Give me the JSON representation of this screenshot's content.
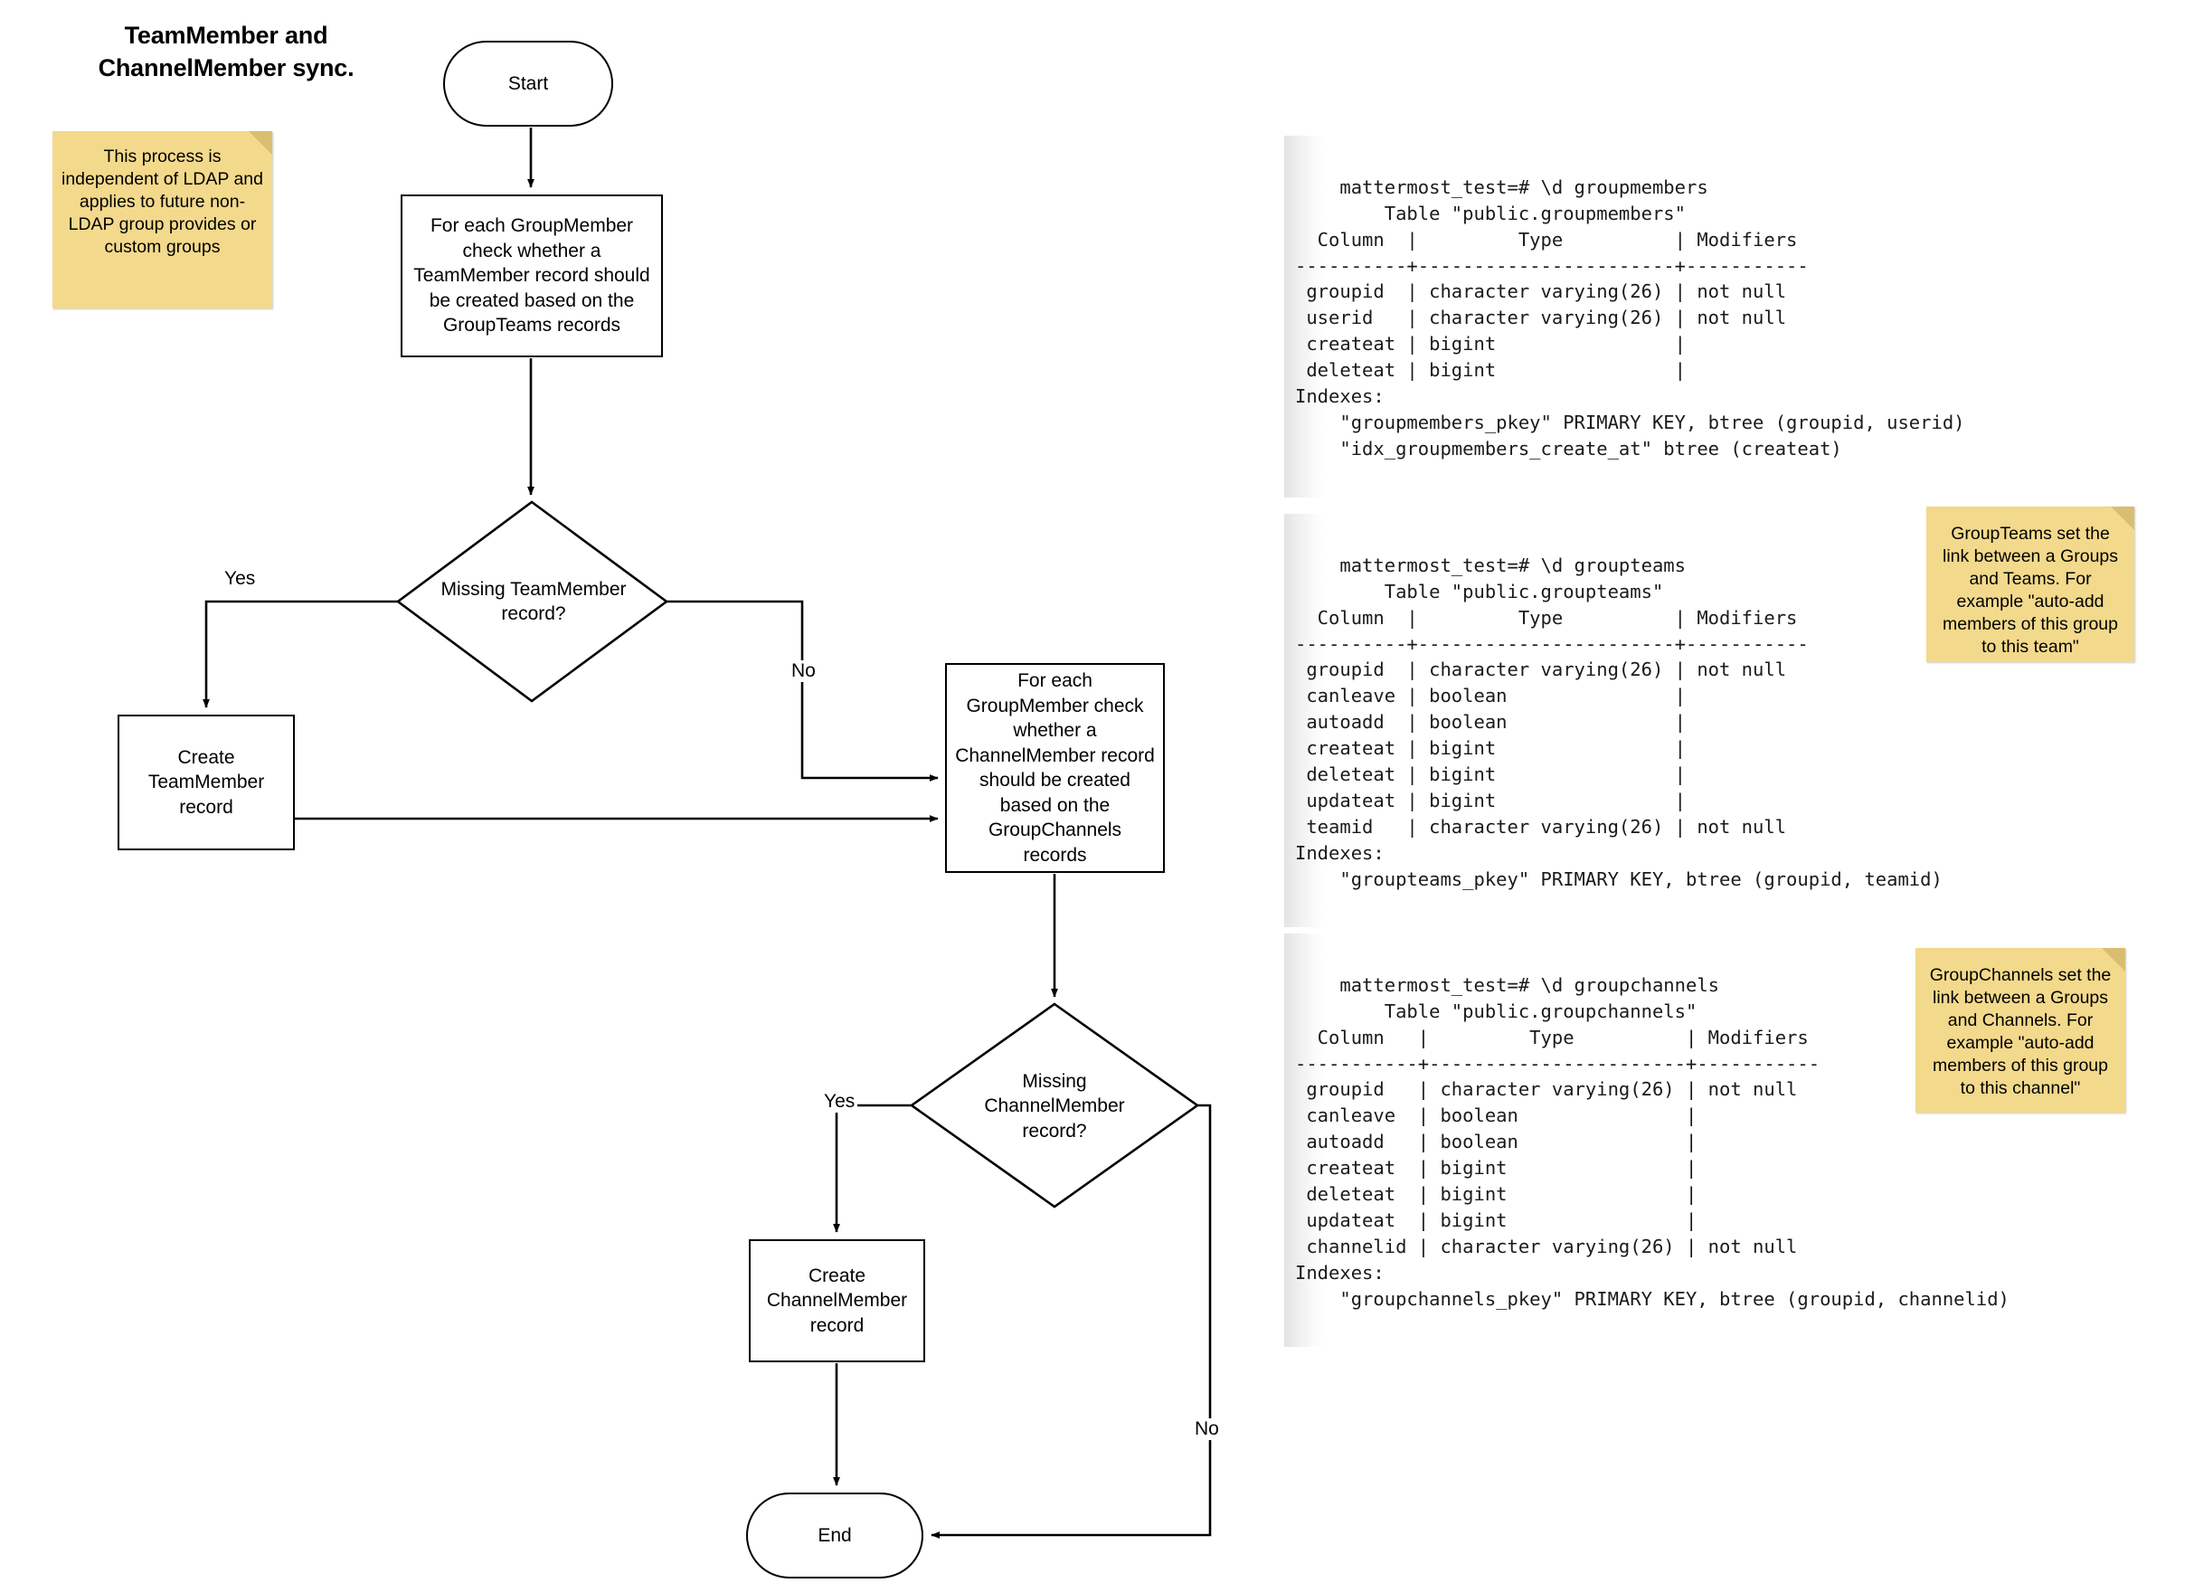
{
  "title": "TeamMember and\nChannelMember sync.",
  "notes": {
    "ldap": "This process is independent of LDAP and applies to future non-LDAP group provides or custom groups",
    "groupteams": "GroupTeams set the link between a Groups and Teams. For example \"auto-add members of this group to this team\"",
    "groupchannels": "GroupChannels set the link between a Groups and Channels. For example \"auto-add members of this group to this channel\""
  },
  "flowchart": {
    "nodes": {
      "start": "Start",
      "box_teammember_check": "For each GroupMember check whether a TeamMember record should be created based on the GroupTeams records",
      "decision_missing_teammember": "Missing TeamMember record?",
      "create_teammember": "Create TeamMember record",
      "box_channelmember_check": "For each GroupMember check whether a ChannelMember record should be created based on the GroupChannels records",
      "decision_missing_channelmember": "Missing ChannelMember record?",
      "create_channelmember": "Create ChannelMember record",
      "end": "End"
    },
    "edge_labels": {
      "yes1": "Yes",
      "no1": "No",
      "yes2": "Yes",
      "no2": "No"
    }
  },
  "terminal": {
    "groupmembers": "mattermost_test=# \\d groupmembers\n        Table \"public.groupmembers\"\n  Column  |         Type          | Modifiers\n----------+-----------------------+-----------\n groupid  | character varying(26) | not null\n userid   | character varying(26) | not null\n createat | bigint                |\n deleteat | bigint                |\nIndexes:\n    \"groupmembers_pkey\" PRIMARY KEY, btree (groupid, userid)\n    \"idx_groupmembers_create_at\" btree (createat)",
    "groupteams": "mattermost_test=# \\d groupteams\n        Table \"public.groupteams\"\n  Column  |         Type          | Modifiers\n----------+-----------------------+-----------\n groupid  | character varying(26) | not null\n canleave | boolean               |\n autoadd  | boolean               |\n createat | bigint                |\n deleteat | bigint                |\n updateat | bigint                |\n teamid   | character varying(26) | not null\nIndexes:\n    \"groupteams_pkey\" PRIMARY KEY, btree (groupid, teamid)",
    "groupchannels": "mattermost_test=# \\d groupchannels\n        Table \"public.groupchannels\"\n  Column   |         Type          | Modifiers\n-----------+-----------------------+-----------\n groupid   | character varying(26) | not null\n canleave  | boolean               |\n autoadd   | boolean               |\n createat  | bigint                |\n deleteat  | bigint                |\n updateat  | bigint                |\n channelid | character varying(26) | not null\nIndexes:\n    \"groupchannels_pkey\" PRIMARY KEY, btree (groupid, channelid)"
  },
  "colors": {
    "sticky": "#F3D98B",
    "sticky_fold": "#D9BE72",
    "stroke": "#000000",
    "background": "#FFFFFF"
  }
}
